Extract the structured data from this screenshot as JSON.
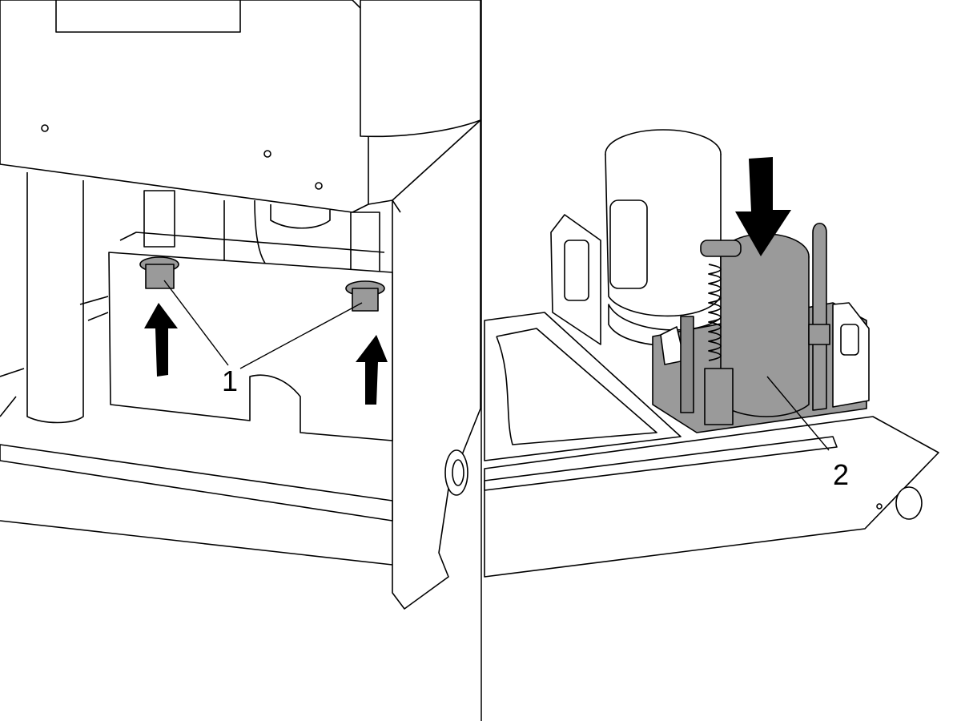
{
  "callouts": [
    {
      "id": "1",
      "text": "1"
    },
    {
      "id": "2",
      "text": "2"
    }
  ],
  "colors": {
    "line": "#000000",
    "panel_fill": "#ffffff",
    "highlight_gray": "#9a9a9a",
    "fitting_gray": "#8c8c8c",
    "arrow": "#000000"
  }
}
